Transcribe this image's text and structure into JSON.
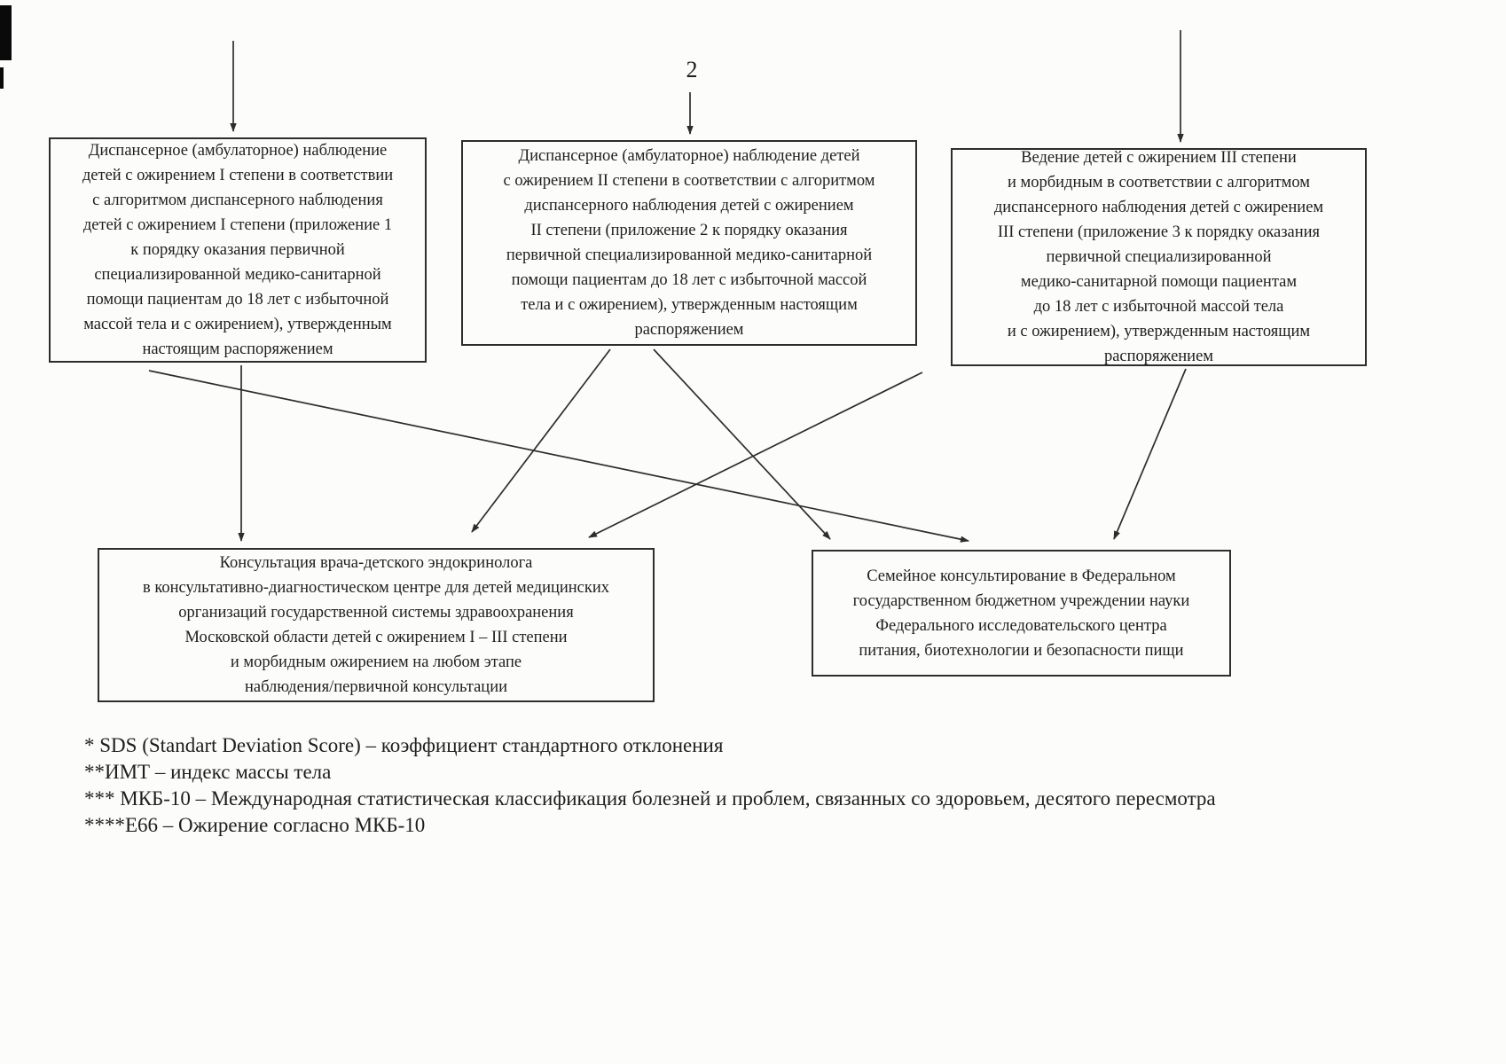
{
  "page": {
    "number": "2"
  },
  "flowchart": {
    "top_boxes": [
      {
        "id": "dispensary-observation-degree-1",
        "text": "Диспансерное (амбулаторное) наблюдение\nдетей с ожирением I степени в соответствии\nс алгоритмом диспансерного наблюдения\nдетей с ожирением I степени (приложение 1\nк порядку оказания первичной\nспециализированной медико-санитарной\nпомощи пациентам до 18 лет с избыточной\nмассой тела и с ожирением), утвержденным\nнастоящим распоряжением"
      },
      {
        "id": "dispensary-observation-degree-2",
        "text": "Диспансерное (амбулаторное) наблюдение детей\nс ожирением II степени в соответствии с алгоритмом\nдиспансерного наблюдения детей с ожирением\nII степени (приложение 2 к порядку оказания\nпервичной специализированной медико-санитарной\nпомощи пациентам до 18 лет с избыточной массой\nтела и с ожирением), утвержденным настоящим\nраспоряжением"
      },
      {
        "id": "management-degree-3",
        "text": "Ведение детей с ожирением III степени\nи морбидным в соответствии с алгоритмом\nдиспансерного наблюдения детей с ожирением\nIII степени (приложение 3 к порядку оказания\nпервичной специализированной\nмедико-санитарной помощи пациентам\nдо 18 лет с избыточной массой тела\nи с ожирением),  утвержденным настоящим\nраспоряжением"
      }
    ],
    "bottom_boxes": [
      {
        "id": "endocrinologist-consultation",
        "text": "Консультация врача-детского эндокринолога\nв консультативно-диагностическом  центре  для детей медицинских\nорганизаций государственной системы здравоохранения\nМосковской области детей с ожирением I – III степени\nи морбидным ожирением   на любом этапе\nнаблюдения/первичной консультации"
      },
      {
        "id": "family-counseling",
        "text": "Семейное консультирование в Федеральном\nгосударственном бюджетном учреждении науки\nФедерального исследовательского центра\nпитания, биотехнологии и безопасности пищи"
      }
    ]
  },
  "footnotes": [
    "* SDS (Standart Deviation Score) – коэффициент стандартного отклонения",
    "**ИМТ – индекс массы тела",
    "*** МКБ-10 –  Международная статистическая классификация болезней и проблем, связанных со здоровьем, десятого пересмотра",
    "****Е66 – Ожирение согласно МКБ-10"
  ]
}
